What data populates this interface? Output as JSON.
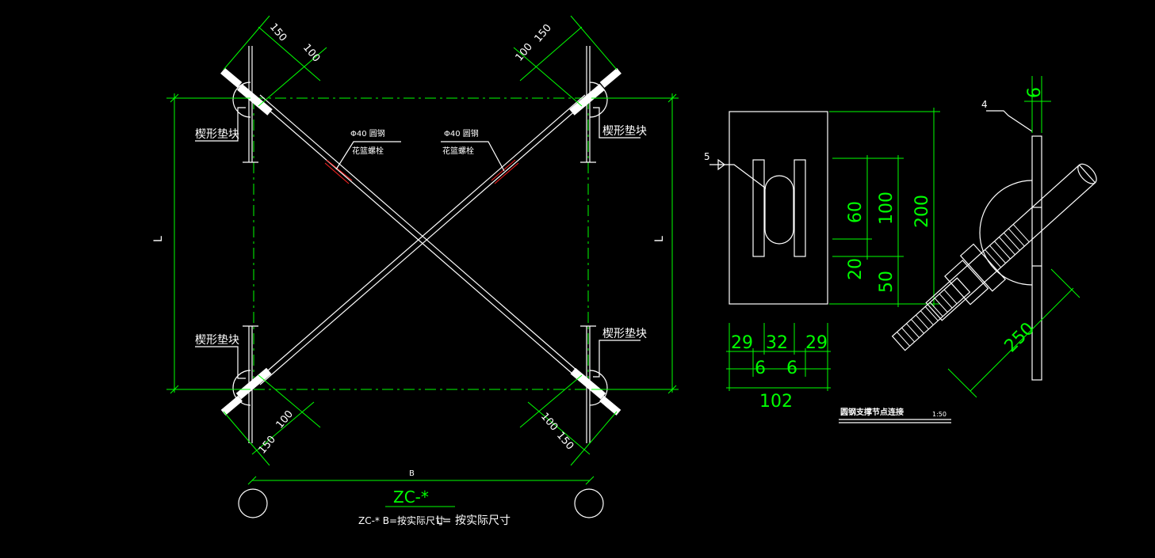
{
  "elevation": {
    "dim_150": "150",
    "dim_100": "100",
    "label_L": "L",
    "label_B": "B",
    "wedge_block": "楔形垫块",
    "rod_spec": "Φ40  圆钢",
    "turnbuckle": "花篮螺栓",
    "mark": "ZC-*",
    "note_a": "ZC-* B=按实际尺寸",
    "note_b": "L= 按实际尺寸"
  },
  "plate_detail": {
    "callout": "5",
    "dim_60": "60",
    "dim_100": "100",
    "dim_200": "200",
    "dim_20": "20",
    "dim_50": "50",
    "dim_29": "29",
    "dim_32": "32",
    "dim_6": "6",
    "dim_102": "102"
  },
  "node_detail": {
    "callout": "4",
    "dim_6": "6",
    "dim_250": "250",
    "title": "圆钢支撑节点连接",
    "scale": "1:50"
  },
  "colors": {
    "line_white": "#ffffff",
    "dim_green": "#00ff00",
    "accent_red": "#ff2020",
    "background": "#000000"
  }
}
